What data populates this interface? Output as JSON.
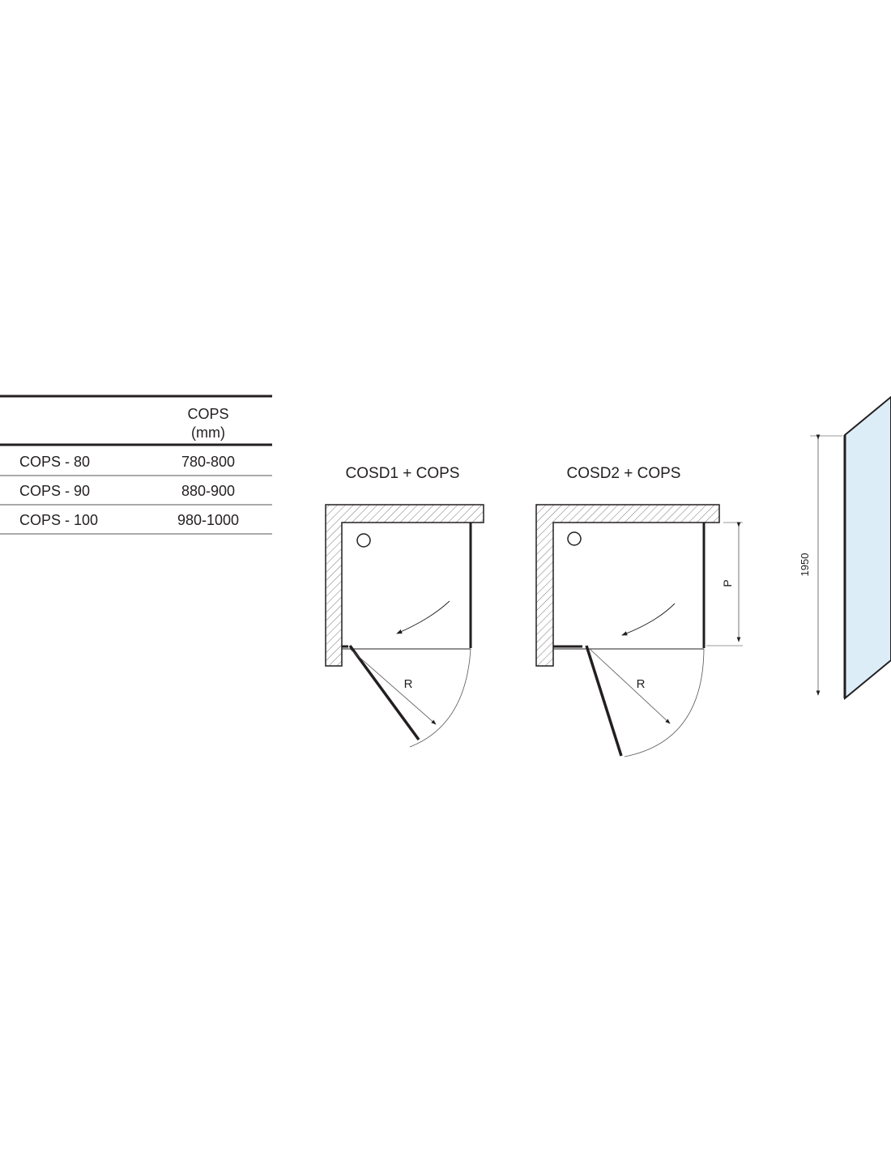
{
  "table": {
    "header": {
      "model": "",
      "cops_title": "COPS",
      "cops_unit": "(mm)"
    },
    "rows": [
      {
        "model": "COPS - 80",
        "range": "780-800"
      },
      {
        "model": "COPS - 90",
        "range": "880-900"
      },
      {
        "model": "COPS - 100",
        "range": "980-1000"
      }
    ]
  },
  "diagrams": [
    {
      "title": "COSD1 + COPS",
      "radius_label": "R"
    },
    {
      "title": "COSD2 + COPS",
      "radius_label": "R",
      "depth_label": "P"
    }
  ],
  "panel": {
    "height_label": "1950",
    "glass_color": "#dcedf8"
  }
}
